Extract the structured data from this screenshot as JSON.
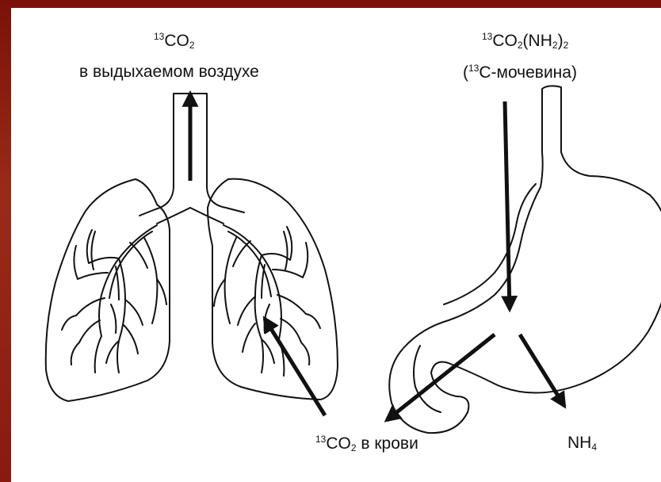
{
  "labels": {
    "exhaled_co2": {
      "isotope": "13",
      "formula": "CO",
      "sub": "2"
    },
    "exhaled_desc": "в выдыхаемом воздухе",
    "urea_formula": {
      "isotope": "13",
      "a": "CO",
      "sub1": "2",
      "b": "(NH",
      "sub2": "2",
      "c": ")",
      "sub3": "2"
    },
    "urea_name": {
      "open": "(",
      "isotope": "13",
      "text": "C-мочевина)"
    },
    "blood_co2": {
      "isotope": "13",
      "formula": "CO",
      "sub": "2",
      "text": " в крови"
    },
    "ammonia": {
      "formula": "NH",
      "sub": "4"
    }
  },
  "icons": [
    "lungs-illustration",
    "stomach-illustration",
    "arrow-icon"
  ],
  "colors": {
    "frame": "#8a1a10",
    "panel": "#ffffff",
    "ink": "#111111"
  }
}
